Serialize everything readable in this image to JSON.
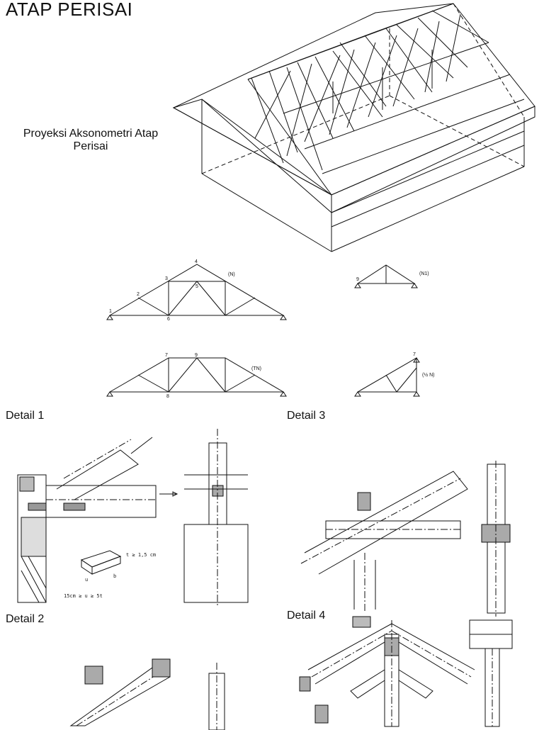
{
  "title": "ATAP PERISAI",
  "caption": "Proyeksi Aksonometri Atap Perisai",
  "truss_nodes": [
    "1",
    "2",
    "3",
    "4",
    "5",
    "6",
    "7",
    "8",
    "9"
  ],
  "truss_tags": {
    "main": "(N)",
    "small": "(N1)",
    "trapezoid": "(TN)",
    "half": "(½ N)"
  },
  "detail_labels": {
    "d1": "Detail 1",
    "d2": "Detail 2",
    "d3": "Detail 3",
    "d4": "Detail 4"
  },
  "detail1_notes": {
    "thickness": "t ≥ 1,5 cm",
    "u_label": "u",
    "b_label": "b",
    "formula": "15cm ≥ u ≥ 5t"
  }
}
